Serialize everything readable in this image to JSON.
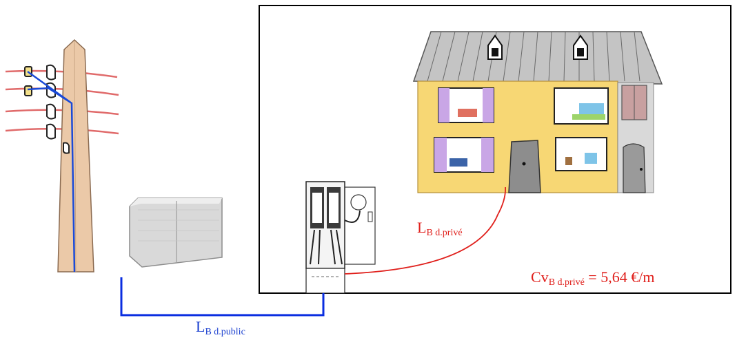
{
  "colors": {
    "public_line": "#0a2ee0",
    "private_line": "#e0201c",
    "wire": "#e06a6a",
    "pole": "#e8c7a8",
    "house_wall": "#f7d774",
    "roof": "#bfbfbf",
    "frame": "#000000"
  },
  "labels": {
    "public_main": "L",
    "public_sub": "B d.public",
    "private_main": "L",
    "private_sub": "B d.privé",
    "cost_main": "Cv",
    "cost_sub": "B d.privé",
    "cost_value": " = 5,64 €/m"
  },
  "icons": [
    "utility-pole-icon",
    "meter-cabinet-icon",
    "electrical-panel-icon",
    "house-icon"
  ]
}
